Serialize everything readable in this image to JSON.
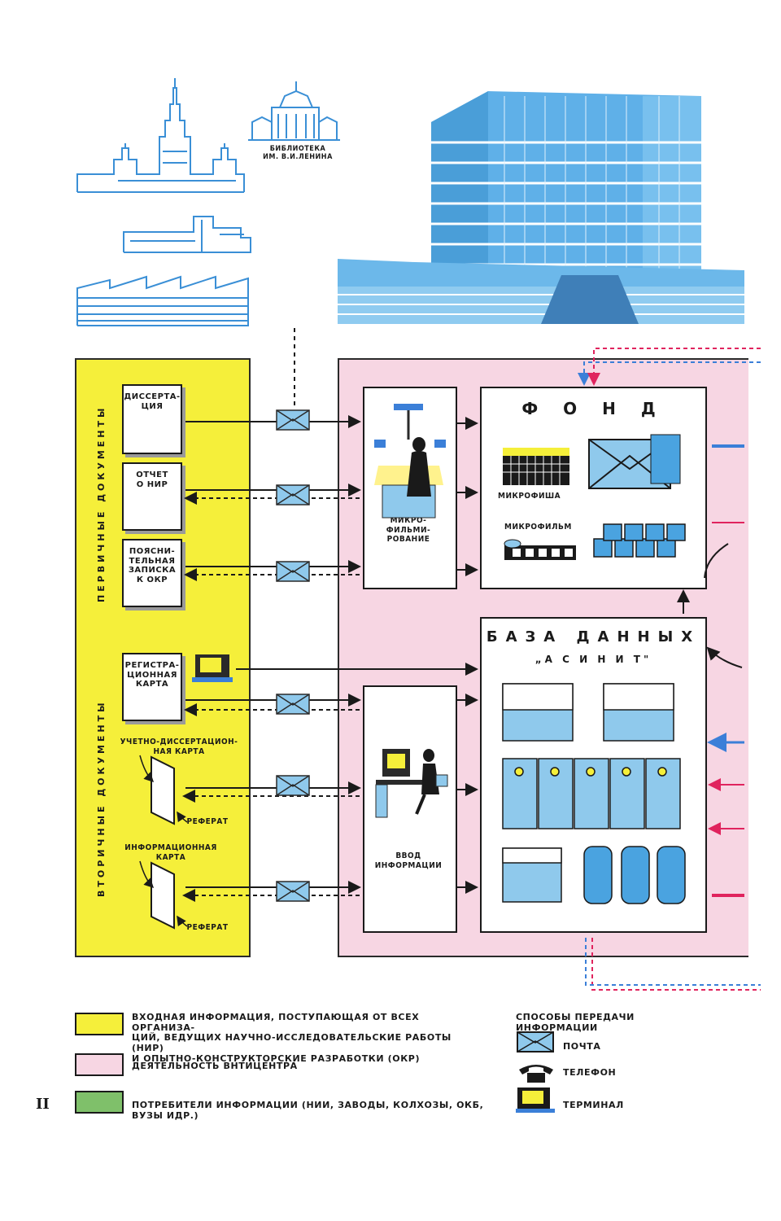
{
  "colors": {
    "input_yellow": "#f5ef3a",
    "activity_pink": "#f7d6e3",
    "consumer_green": "#7fc06a",
    "building_blue": "#4aa3e0",
    "mail_blue": "#8fc9ec",
    "arrow_red": "#e0245e",
    "arrow_blue": "#3b7fd8"
  },
  "buildings": {
    "library_label": "БИБЛИОТЕКА\nим. В.И.ЛЕНИНА"
  },
  "input_panel": {
    "primary_label": "ПЕРВИЧНЫЕ ДОКУМЕНТЫ",
    "secondary_label": "ВТОРИЧНЫЕ ДОКУМЕНТЫ",
    "documents": [
      {
        "label": "ДИССЕРТА-\nЦИЯ"
      },
      {
        "label": "ОТЧЕТ\nО НИР"
      },
      {
        "label": "ПОЯСНИ-\nТЕЛЬНАЯ\nЗАПИСКА\nК ОКР"
      },
      {
        "label": "РЕГИСТРА-\nЦИОННАЯ\nКАРТА"
      }
    ],
    "cards": [
      {
        "title": "УЧЕТНО-ДИССЕРТАЦИОН-\nНАЯ КАРТА",
        "note": "РЕФЕРАТ"
      },
      {
        "title": "ИНФОРМАЦИОННАЯ\nКАРТА",
        "note": "РЕФЕРАТ"
      }
    ]
  },
  "stations": {
    "microfilming": "МИКРО-\nФИЛЬМИ-\nРОВАНИЕ",
    "input": "ВВОД\nИНФОРМАЦИИ"
  },
  "fond": {
    "title": "Ф О Н Д",
    "microfiche": "МИКРОФИША",
    "microfilm": "МИКРОФИЛЬМ"
  },
  "database": {
    "title": "БАЗА ДАННЫХ",
    "subtitle": "„А С И Н И Т\""
  },
  "legend": {
    "yellow_text": "ВХОДНАЯ ИНФОРМАЦИЯ, ПОСТУПАЮЩАЯ ОТ ВСЕХ ОРГАНИЗА-\nЦИЙ, ВЕДУЩИХ НАУЧНО-ИССЛЕДОВАТЕЛЬСКИЕ РАБОТЫ (НИР)\nИ ОПЫТНО-КОНСТРУКТОРСКИЕ РАЗРАБОТКИ (ОКР)",
    "pink_text": "ДЕЯТЕЛЬНОСТЬ ВНТИЦЕНТРА",
    "green_text": "ПОТРЕБИТЕЛИ ИНФОРМАЦИИ (НИИ, ЗАВОДЫ, КОЛХОЗЫ, ОКБ, ВУЗЫ ИДР.)",
    "transfer_title": "СПОСОБЫ ПЕРЕДАЧИ ИНФОРМАЦИИ",
    "mail": "ПОЧТА",
    "phone": "ТЕЛЕФОН",
    "terminal": "ТЕРМИНАЛ"
  },
  "page_number": "II"
}
